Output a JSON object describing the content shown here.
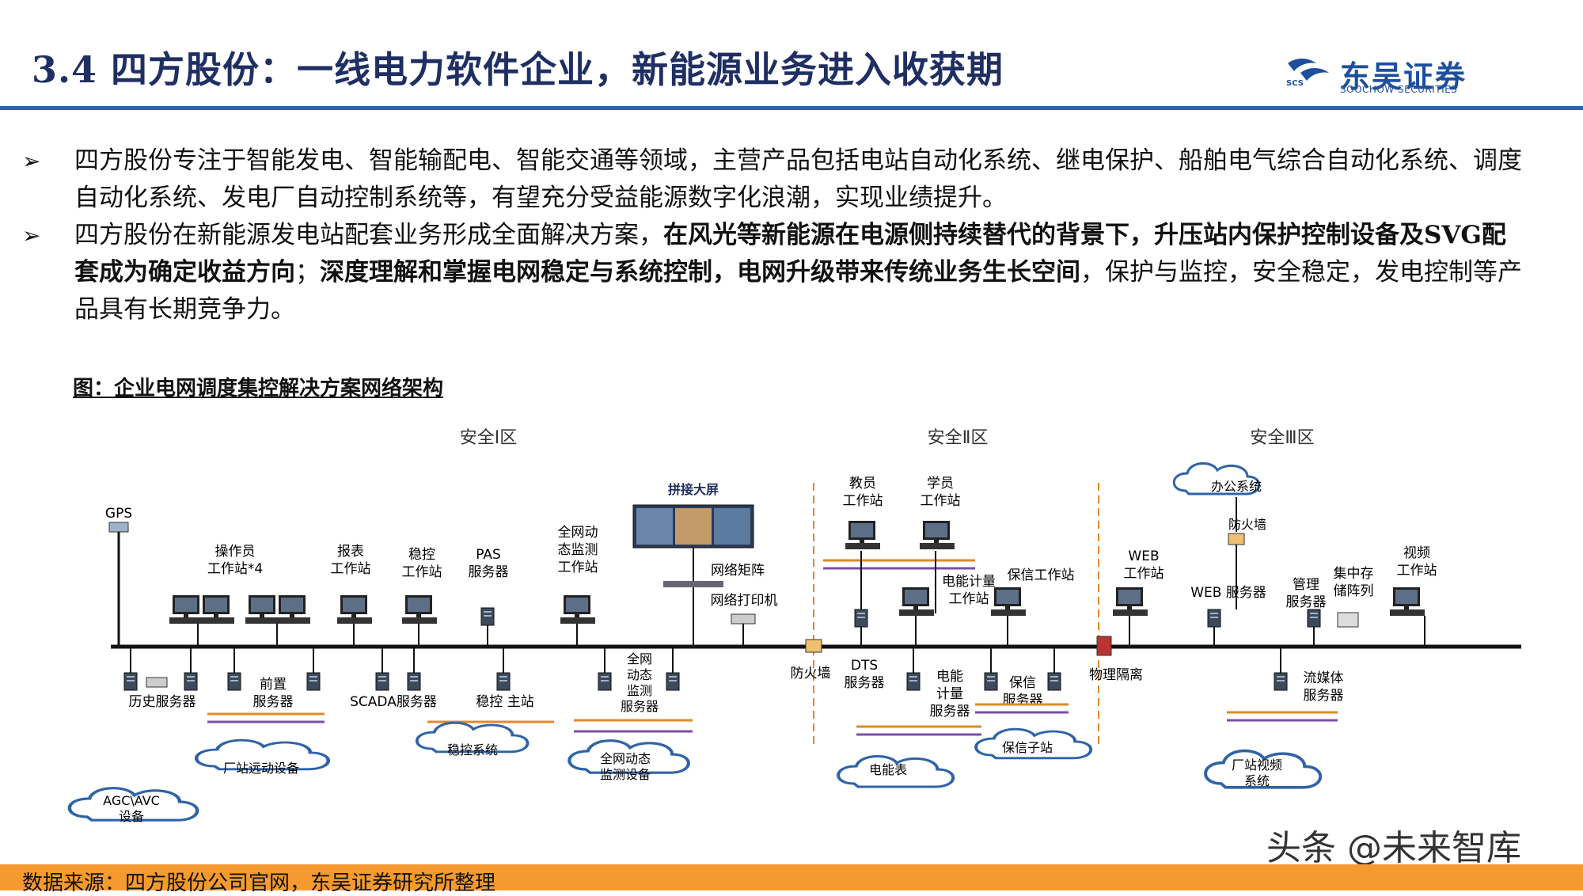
{
  "header": {
    "title": "3.4 四方股份：一线电力软件企业，新能源业务进入收获期",
    "logo_cn": "东吴证券",
    "logo_en": "SOOCHOW SECURITIES",
    "logo_mark": "SCS"
  },
  "bullets": [
    {
      "normal_1": "四方股份专注于智能发电、智能输配电、智能交通等领域，主营产品包括电站自动化系统、继电保护、船舶电气综合自动化系统、调度自动化系统、发电厂自动控制系统等，有望充分受益能源数字化浪潮，实现业绩提升。",
      "bold_1": "",
      "normal_2": "",
      "bold_2": "",
      "normal_3": ""
    },
    {
      "normal_1": "四方股份在新能源发电站配套业务形成全面解决方案，",
      "bold_1": "在风光等新能源在电源侧持续替代的背景下，升压站内保护控制设备及SVG配套成为确定收益方向",
      "normal_2": "；",
      "bold_2": "深度理解和掌握电网稳定与系统控制，电网升级带来传统业务生长空间",
      "normal_3": "，保护与监控，安全稳定，发电控制等产品具有长期竞争力。"
    }
  ],
  "figure_caption": "图：企业电网调度集控解决方案网络架构",
  "diagram": {
    "zones": [
      "安全Ⅰ区",
      "安全Ⅱ区",
      "安全Ⅲ区"
    ],
    "labels": {
      "gps": "GPS",
      "operator_ws": [
        "操作员",
        "工作站*4"
      ],
      "report_ws": [
        "报表",
        "工作站"
      ],
      "stability_ws": [
        "稳控",
        "工作站"
      ],
      "pas": [
        "PAS",
        "服务器"
      ],
      "wams_ws": [
        "全网动",
        "态监测",
        "工作站"
      ],
      "big_screen": "拼接大屏",
      "net_matrix": "网络矩阵",
      "net_printer": "网络打印机",
      "teacher_ws": [
        "教员",
        "工作站"
      ],
      "student_ws": [
        "学员",
        "工作站"
      ],
      "metering_ws": [
        "电能计量",
        "工作站"
      ],
      "protect_ws": "保信工作站",
      "web_ws": [
        "WEB",
        "工作站"
      ],
      "office": "办公系统",
      "firewall_top": "防火墙",
      "web_server": "WEB 服务器",
      "mgmt_server": [
        "管理",
        "服务器"
      ],
      "storage": [
        "集中存",
        "储阵列"
      ],
      "video_ws": [
        "视频",
        "工作站"
      ],
      "history_server": "历史服务器",
      "front_server": [
        "前置",
        "服务器"
      ],
      "scada": "SCADA服务器",
      "stability_main": "稳控   主站",
      "wams_server": [
        "全网",
        "动态",
        "监测",
        "服务器"
      ],
      "firewall": "防火墙",
      "dts": [
        "DTS",
        "服务器"
      ],
      "metering_server": [
        "电能",
        "计量",
        "服务器"
      ],
      "protect_server": [
        "保信",
        "服务器"
      ],
      "isolation": "物理隔离",
      "streaming": [
        "流媒体",
        "服务器"
      ],
      "cloud_stability": "稳控系统",
      "cloud_wams": [
        "全网动态",
        "监测设备"
      ],
      "cloud_remote": "厂站远动设备",
      "cloud_agc": [
        "AGC\\AVC",
        "设备"
      ],
      "cloud_meter": "电能表",
      "cloud_protect": "保信子站",
      "cloud_video": [
        "厂站视频",
        "系统"
      ]
    },
    "colors": {
      "bus": "#111111",
      "orange": "#e08a2a",
      "purple": "#7b4fa8",
      "blue": "#2f63a8",
      "zone_divider": "#e08a2a"
    }
  },
  "source": "数据来源：四方股份公司官网，东吴证券研究所整理",
  "watermark": "头条 @未来智库",
  "colors": {
    "title": "#1f2f63",
    "rule": "#2f63a8",
    "source_bar": "#f59a2f"
  }
}
